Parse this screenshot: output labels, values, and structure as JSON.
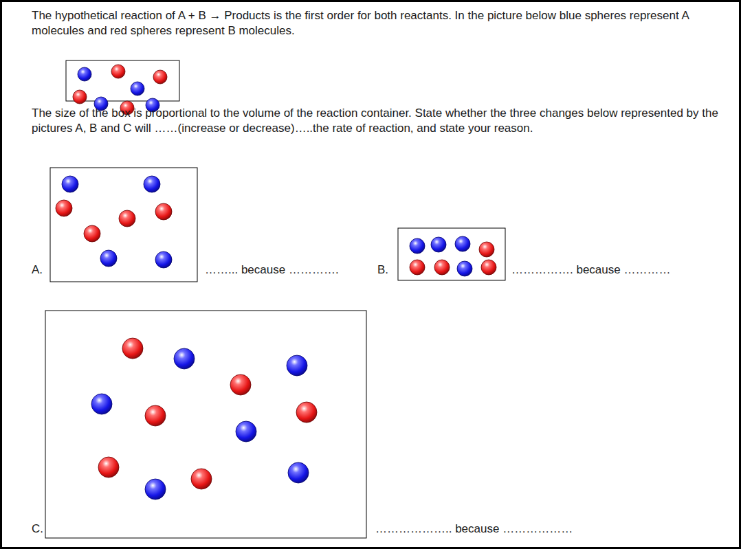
{
  "diagram": {
    "labels": [
      "The hypothetical reaction of A + B → Products is the first order for both reactants. In the picture below blue spheres represent A molecules and red spheres represent B molecules.",
      "The size of the box is proportional to the volume of the reaction container. State whether the three changes below represented by the pictures A, B and C will ……(increase or decrease)…..the rate of reaction, and state your reason.",
      "A.",
      "……... because ………….",
      "B.",
      "……………. because …………",
      "C.",
      "……………….. because ………………"
    ]
  }
}
